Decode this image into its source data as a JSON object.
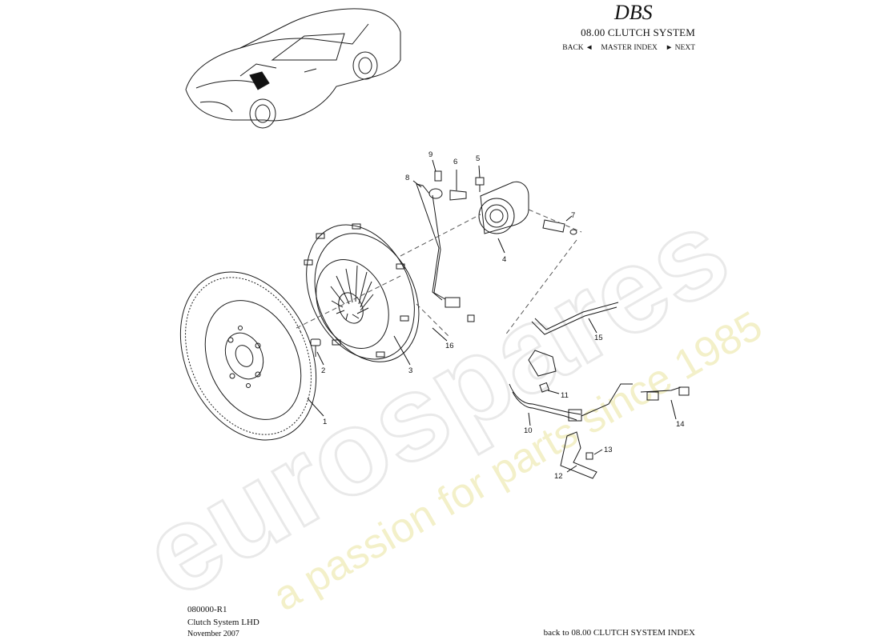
{
  "header": {
    "logo_text": "DBS",
    "section_title": "08.00 CLUTCH SYSTEM",
    "nav_back": "BACK ◄",
    "nav_master": "MASTER INDEX",
    "nav_next": "► NEXT"
  },
  "watermark": {
    "brand": "eurospares",
    "tagline": "a passion for parts since 1985"
  },
  "callouts": [
    "1",
    "2",
    "3",
    "4",
    "5",
    "6",
    "7",
    "8",
    "9",
    "10",
    "11",
    "12",
    "13",
    "14",
    "15",
    "16"
  ],
  "footer": {
    "ref": "080000-R1",
    "system": "Clutch System LHD",
    "date": "November 2007",
    "back_index": "back to 08.00 CLUTCH SYSTEM INDEX"
  },
  "colors": {
    "line": "#1a1a1a",
    "watermark_outline": "#e9e9e9",
    "watermark_tagline": "#f3f0c9"
  }
}
